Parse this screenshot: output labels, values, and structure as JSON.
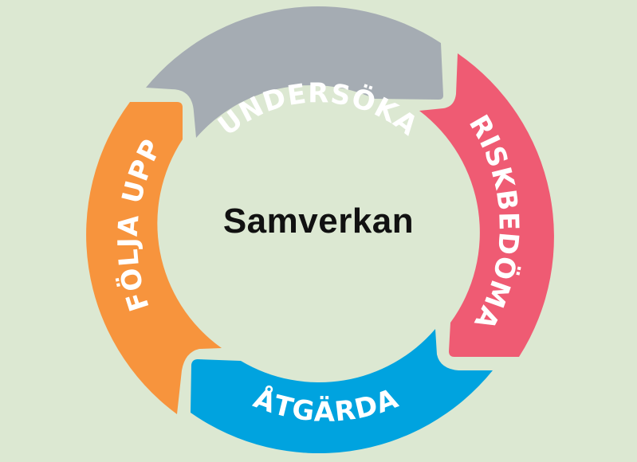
{
  "diagram": {
    "type": "cycle",
    "direction": "clockwise",
    "center_label": "Samverkan",
    "background_color": "#dce8d2",
    "steps": [
      {
        "label": "UNDERSÖKA",
        "position": "top",
        "color": "#a5acb3"
      },
      {
        "label": "RISKBEDÖMA",
        "position": "right",
        "color": "#ef5b73"
      },
      {
        "label": "ÅTGÄRDA",
        "position": "bottom",
        "color": "#00a3df"
      },
      {
        "label": "FÖLJA UPP",
        "position": "left",
        "color": "#f7943d"
      }
    ]
  }
}
